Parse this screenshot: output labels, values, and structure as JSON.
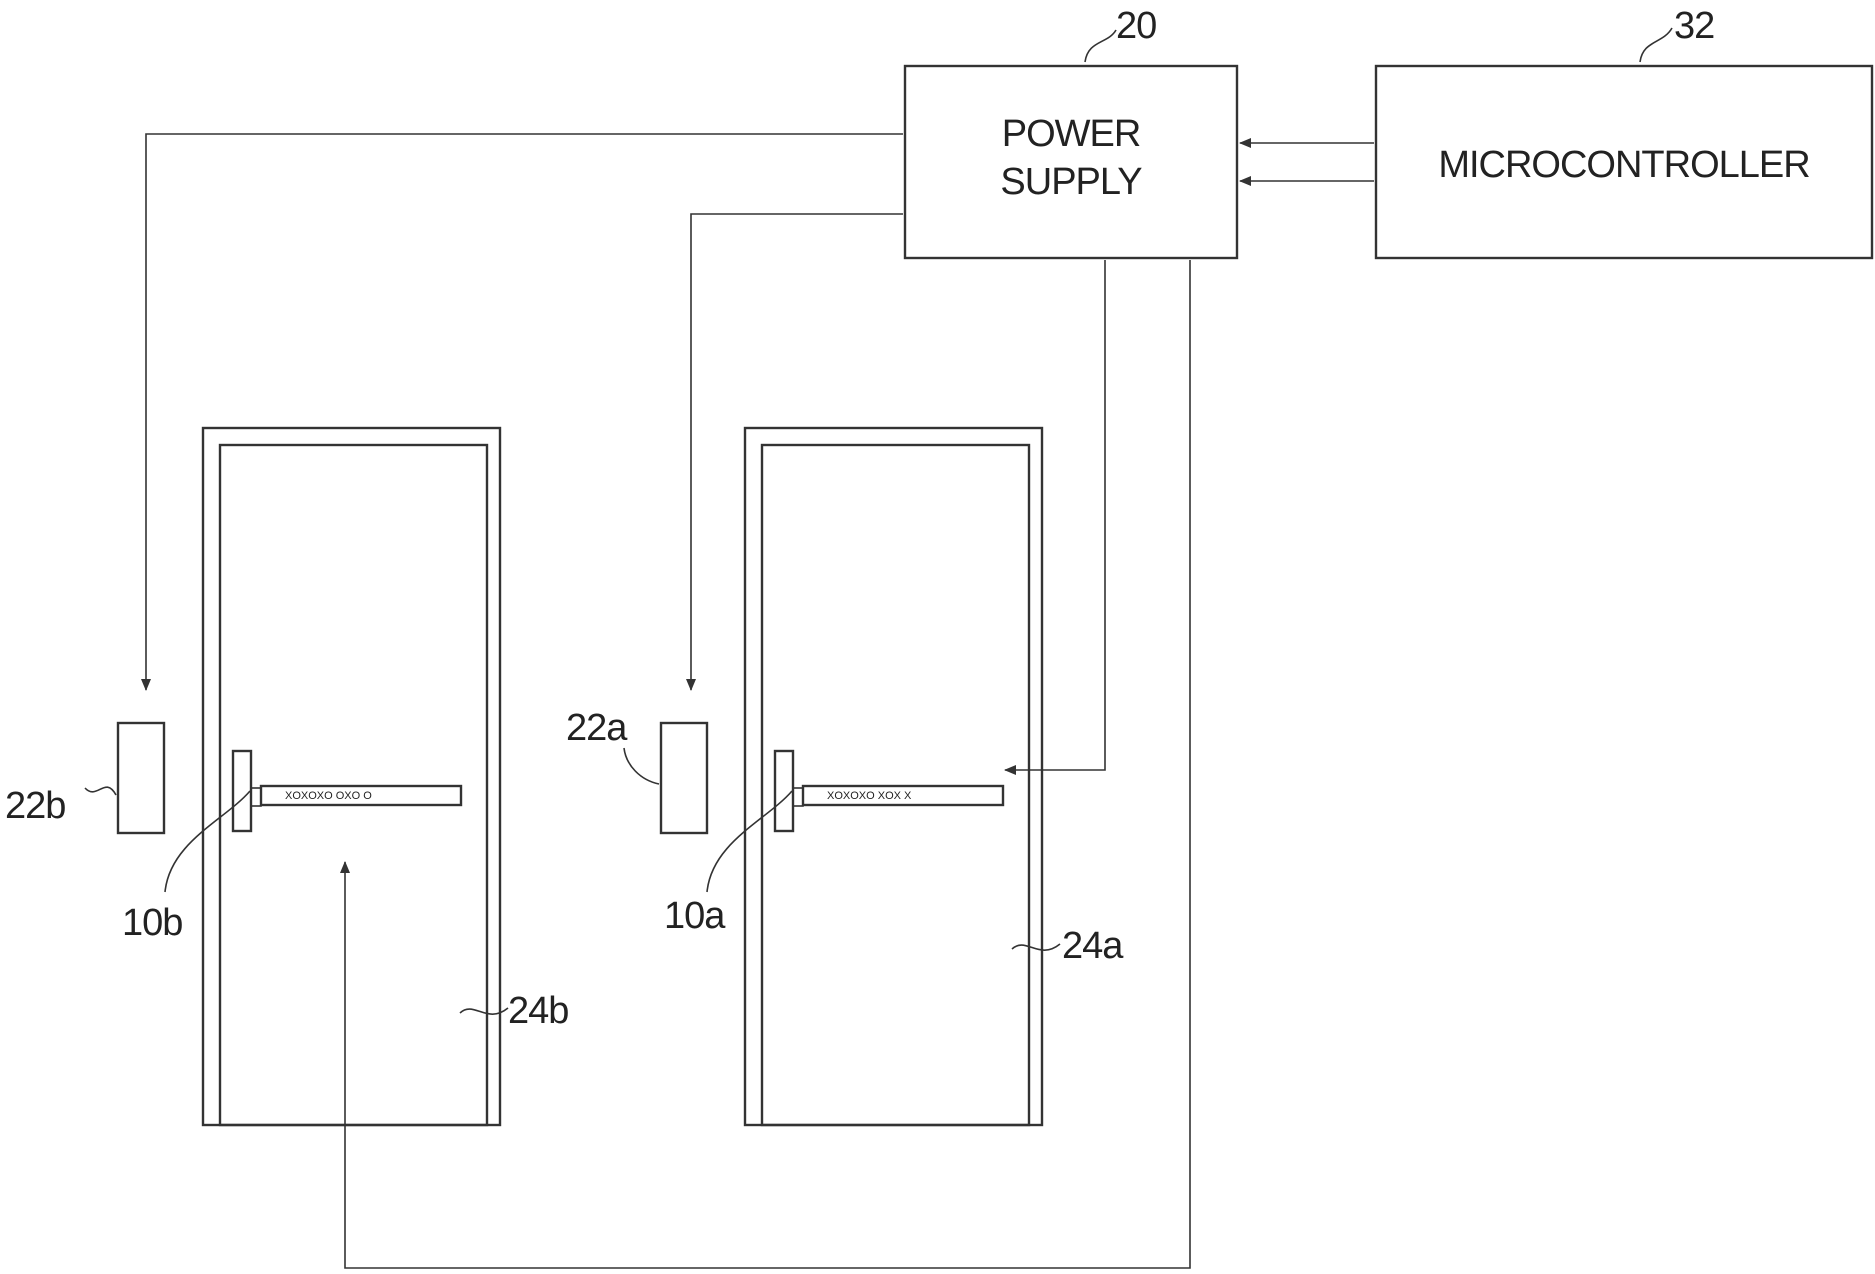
{
  "blocks": {
    "power_supply": {
      "line1": "POWER",
      "line2": "SUPPLY"
    },
    "microcontroller": {
      "label": "MICROCONTROLLER"
    }
  },
  "refs": {
    "r20": "20",
    "r32": "32",
    "r22a": "22a",
    "r22b": "22b",
    "r10a": "10a",
    "r10b": "10b",
    "r24a": "24a",
    "r24b": "24b"
  }
}
